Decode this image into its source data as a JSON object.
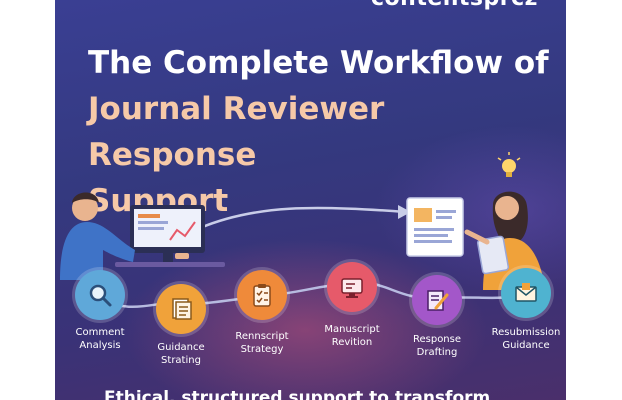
{
  "brand": {
    "name": "contentsprcz"
  },
  "title": {
    "line1": "The Complete Workflow of",
    "line2": "Journal Reviewer Response",
    "line3": "Support"
  },
  "steps": [
    {
      "line1": "Comment",
      "line2": "Analysis",
      "icon": "magnifier-icon",
      "color": "#5fa8d9"
    },
    {
      "line1": "Guidance",
      "line2": "Strating",
      "icon": "document-stack-icon",
      "color": "#f0a23a"
    },
    {
      "line1": "Rennscript",
      "line2": "Strategy",
      "icon": "clipboard-checklist-icon",
      "color": "#ef8a3a"
    },
    {
      "line1": "Manuscript",
      "line2": "Revition",
      "icon": "monitor-edit-icon",
      "color": "#e65a6a"
    },
    {
      "line1": "Response",
      "line2": "Drafting",
      "icon": "pen-paper-icon",
      "color": "#a357c9"
    },
    {
      "line1": "Resubmission",
      "line2": "Guidance",
      "icon": "envelope-icon",
      "color": "#4fb3d0"
    }
  ],
  "tagline": "Ethical, structured support to transform",
  "colors": {
    "background_top": "#3a3f93",
    "background_bottom": "#4a2f6b",
    "title_white": "#ffffff",
    "title_accent": "#f6c9a8"
  }
}
